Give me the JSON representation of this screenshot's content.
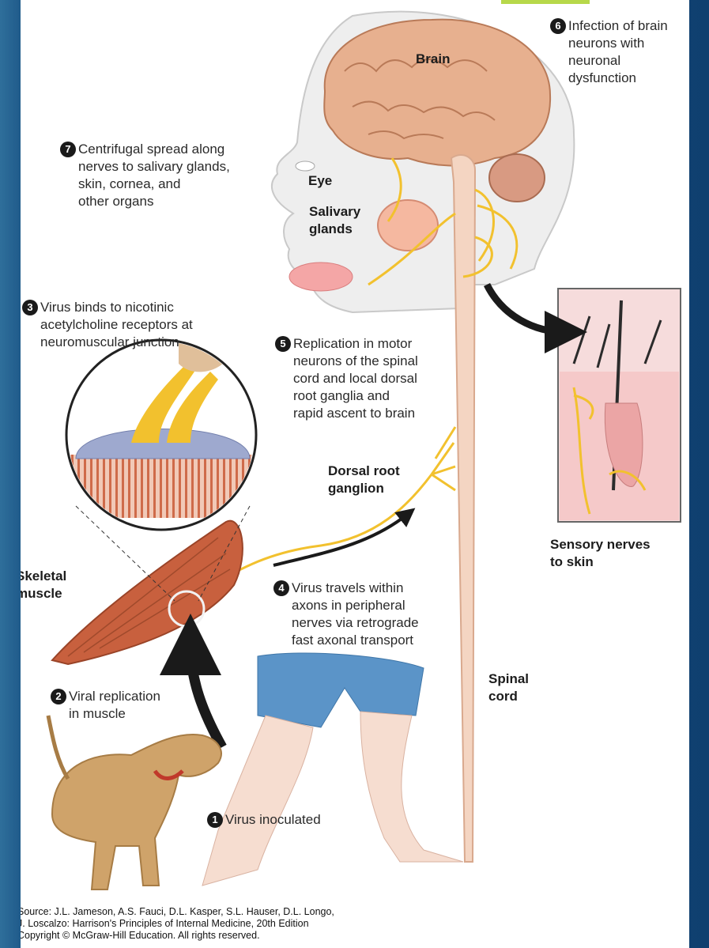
{
  "labels": {
    "brain": "Brain",
    "eye": "Eye",
    "salivary": "Salivary\nglands",
    "dorsal": "Dorsal root\nganglion",
    "skeletal": "Skeletal\nmuscle",
    "sensory": "Sensory nerves\nto skin",
    "spinal": "Spinal\ncord"
  },
  "steps": [
    {
      "num": "1",
      "text": "Virus inoculated"
    },
    {
      "num": "2",
      "text": "Viral replication\nin muscle"
    },
    {
      "num": "3",
      "text": "Virus binds to nicotinic\nacetylcholine receptors at\nneuromuscular junction"
    },
    {
      "num": "4",
      "text": "Virus travels within\naxons in peripheral\nnerves via retrograde\nfast axonal transport"
    },
    {
      "num": "5",
      "text": "Replication in motor\nneurons of the spinal\ncord and local dorsal\nroot ganglia and\nrapid ascent to brain"
    },
    {
      "num": "6",
      "text": "Infection of brain\nneurons with\nneuronal\ndysfunction"
    },
    {
      "num": "7",
      "text": "Centrifugal spread along\nnerves to salivary glands,\nskin, cornea, and\nother organs"
    }
  ],
  "source": "Source: J.L. Jameson, A.S. Fauci, D.L. Kasper, S.L. Hauser, D.L. Longo,\nJ. Loscalzo: Harrison's Principles of Internal Medicine, 20th Edition\nCopyright © McGraw-Hill Education. All rights reserved.",
  "colors": {
    "nerve": "#f2c12e",
    "brain": "#e7b08f",
    "skin": "#f6ddd0",
    "muscle": "#c8603e",
    "shorts": "#5b94c8",
    "dog": "#cfa36a",
    "slide_background": "#0f3f6f",
    "accent": "#b7d84a"
  }
}
